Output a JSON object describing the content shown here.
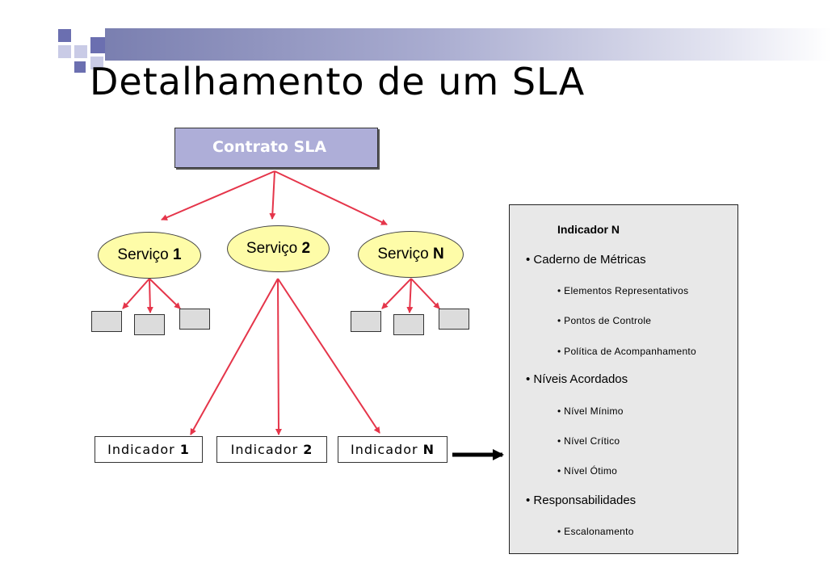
{
  "title": "Detalhamento de um SLA",
  "colors": {
    "arrow": "#e5354a",
    "contract_fill": "#aeaed8",
    "service_fill": "#fefca8",
    "panel_fill": "#e8e8e8",
    "square_dark": "#6b6fb0",
    "square_light": "#c9cbe6"
  },
  "contract": {
    "label": "Contrato SLA"
  },
  "services": [
    {
      "prefix": "Serviço ",
      "suffix": "1"
    },
    {
      "prefix": "Serviço ",
      "suffix": "2"
    },
    {
      "prefix": "Serviço ",
      "suffix": "N"
    }
  ],
  "indicators": [
    {
      "prefix": "Indicador ",
      "suffix": "1"
    },
    {
      "prefix": "Indicador ",
      "suffix": "2"
    },
    {
      "prefix": "Indicador ",
      "suffix": "N"
    }
  ],
  "detail": {
    "heading": "Indicador N",
    "items": [
      {
        "text": "• Caderno de Métricas",
        "level": 1
      },
      {
        "text": "• Elementos Representativos",
        "level": 2
      },
      {
        "text": "• Pontos de Controle",
        "level": 2
      },
      {
        "text": "• Política de Acompanhamento",
        "level": 2
      },
      {
        "text": "• Níveis Acordados",
        "level": 1
      },
      {
        "text": "• Nível Mínimo",
        "level": 2
      },
      {
        "text": "• Nível Crítico",
        "level": 2
      },
      {
        "text": "• Nível Ótimo",
        "level": 2
      },
      {
        "text": "• Responsabilidades",
        "level": 1
      },
      {
        "text": "• Escalonamento",
        "level": 2
      }
    ]
  }
}
